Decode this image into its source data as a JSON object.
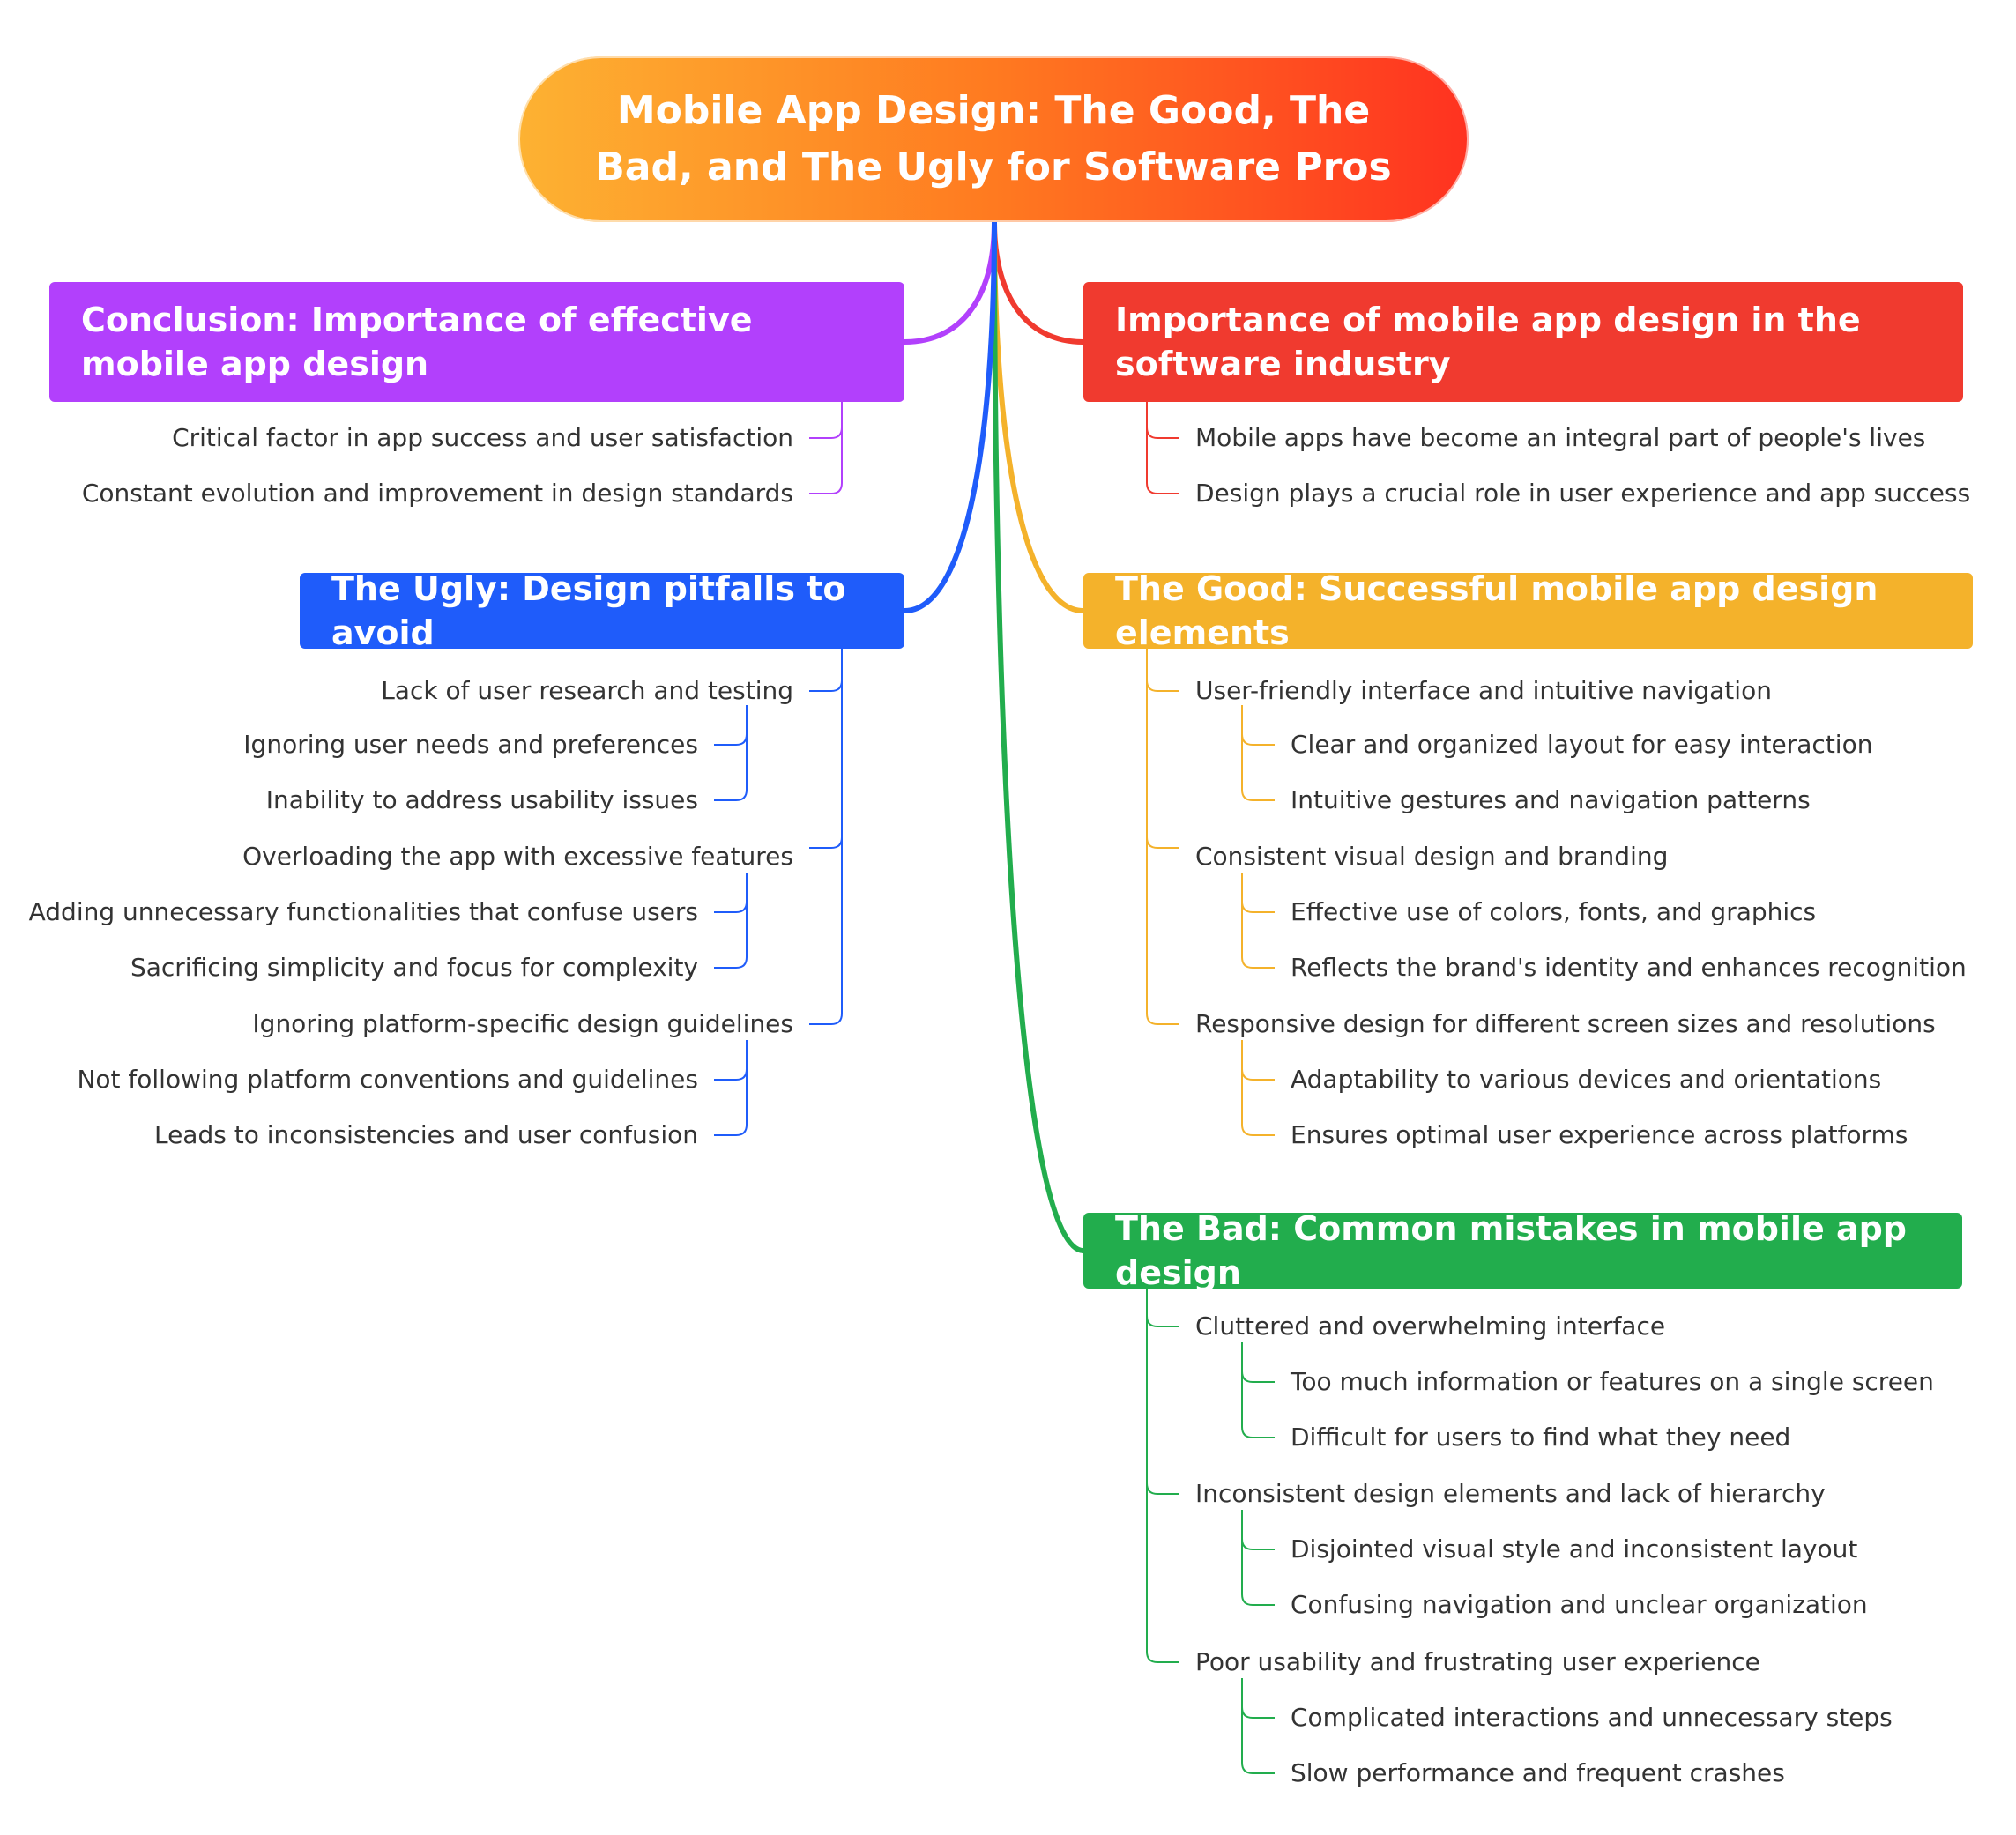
{
  "title": "Mobile App Design: The Good, The Bad, and The Ugly for Software Pros",
  "colors": {
    "red": "#f03a2f",
    "gold": "#f4b22b",
    "green": "#22ad4d",
    "purple": "#b240fc",
    "blue": "#1f5cfa"
  },
  "branches": {
    "importance": {
      "label": "Importance of mobile app design in the software industry",
      "items": [
        "Mobile apps have become an integral part of people's lives",
        "Design plays a crucial role in user experience and app success"
      ]
    },
    "good": {
      "label": "The Good: Successful mobile app design elements",
      "items": [
        {
          "label": "User-friendly interface and intuitive navigation",
          "children": [
            "Clear and organized layout for easy interaction",
            "Intuitive gestures and navigation patterns"
          ]
        },
        {
          "label": "Consistent visual design and branding",
          "children": [
            "Effective use of colors, fonts, and graphics",
            "Reflects the brand's identity and enhances recognition"
          ]
        },
        {
          "label": "Responsive design for different screen sizes and resolutions",
          "children": [
            "Adaptability to various devices and orientations",
            "Ensures optimal user experience across platforms"
          ]
        }
      ]
    },
    "bad": {
      "label": "The Bad: Common mistakes in mobile app design",
      "items": [
        {
          "label": "Cluttered and overwhelming interface",
          "children": [
            "Too much information or features on a single screen",
            "Difficult for users to find what they need"
          ]
        },
        {
          "label": "Inconsistent design elements and lack of hierarchy",
          "children": [
            "Disjointed visual style and inconsistent layout",
            "Confusing navigation and unclear organization"
          ]
        },
        {
          "label": "Poor usability and frustrating user experience",
          "children": [
            "Complicated interactions and unnecessary steps",
            "Slow performance and frequent crashes"
          ]
        }
      ]
    },
    "conclusion": {
      "label": "Conclusion: Importance of effective mobile app design",
      "items": [
        "Critical factor in app success and user satisfaction",
        "Constant evolution and improvement in design standards"
      ]
    },
    "ugly": {
      "label": "The Ugly: Design pitfalls to avoid",
      "items": [
        {
          "label": "Lack of user research and testing",
          "children": [
            "Ignoring user needs and preferences",
            "Inability to address usability issues"
          ]
        },
        {
          "label": "Overloading the app with excessive features",
          "children": [
            "Adding unnecessary functionalities that confuse users",
            "Sacrificing simplicity and focus for complexity"
          ]
        },
        {
          "label": "Ignoring platform-specific design guidelines",
          "children": [
            "Not following platform conventions and guidelines",
            "Leads to inconsistencies and user confusion"
          ]
        }
      ]
    }
  }
}
